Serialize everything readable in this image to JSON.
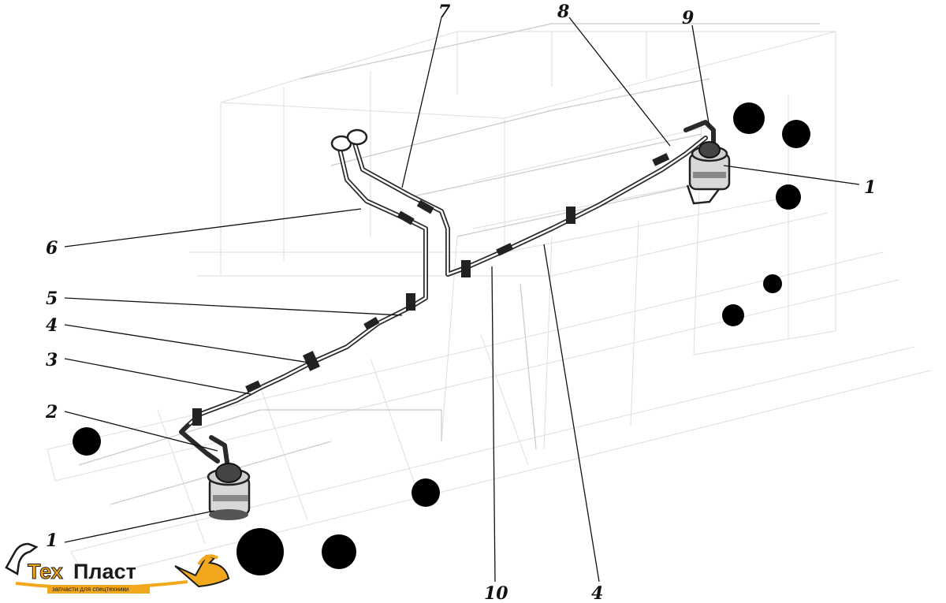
{
  "diagram": {
    "callouts": [
      {
        "id": "c7",
        "label": "7"
      },
      {
        "id": "c8",
        "label": "8"
      },
      {
        "id": "c9",
        "label": "9"
      },
      {
        "id": "c1r",
        "label": "1"
      },
      {
        "id": "c6",
        "label": "6"
      },
      {
        "id": "c5",
        "label": "5"
      },
      {
        "id": "c4l",
        "label": "4"
      },
      {
        "id": "c3",
        "label": "3"
      },
      {
        "id": "c2",
        "label": "2"
      },
      {
        "id": "c1l",
        "label": "1"
      },
      {
        "id": "c10",
        "label": "10"
      },
      {
        "id": "c4b",
        "label": "4"
      }
    ]
  },
  "logo": {
    "name_part1": "Тех",
    "name_part2": "Пласт",
    "tagline": "запчасти для спецтехники",
    "colors": {
      "orange": "#f2a81d",
      "text": "#1a1a1a"
    }
  }
}
